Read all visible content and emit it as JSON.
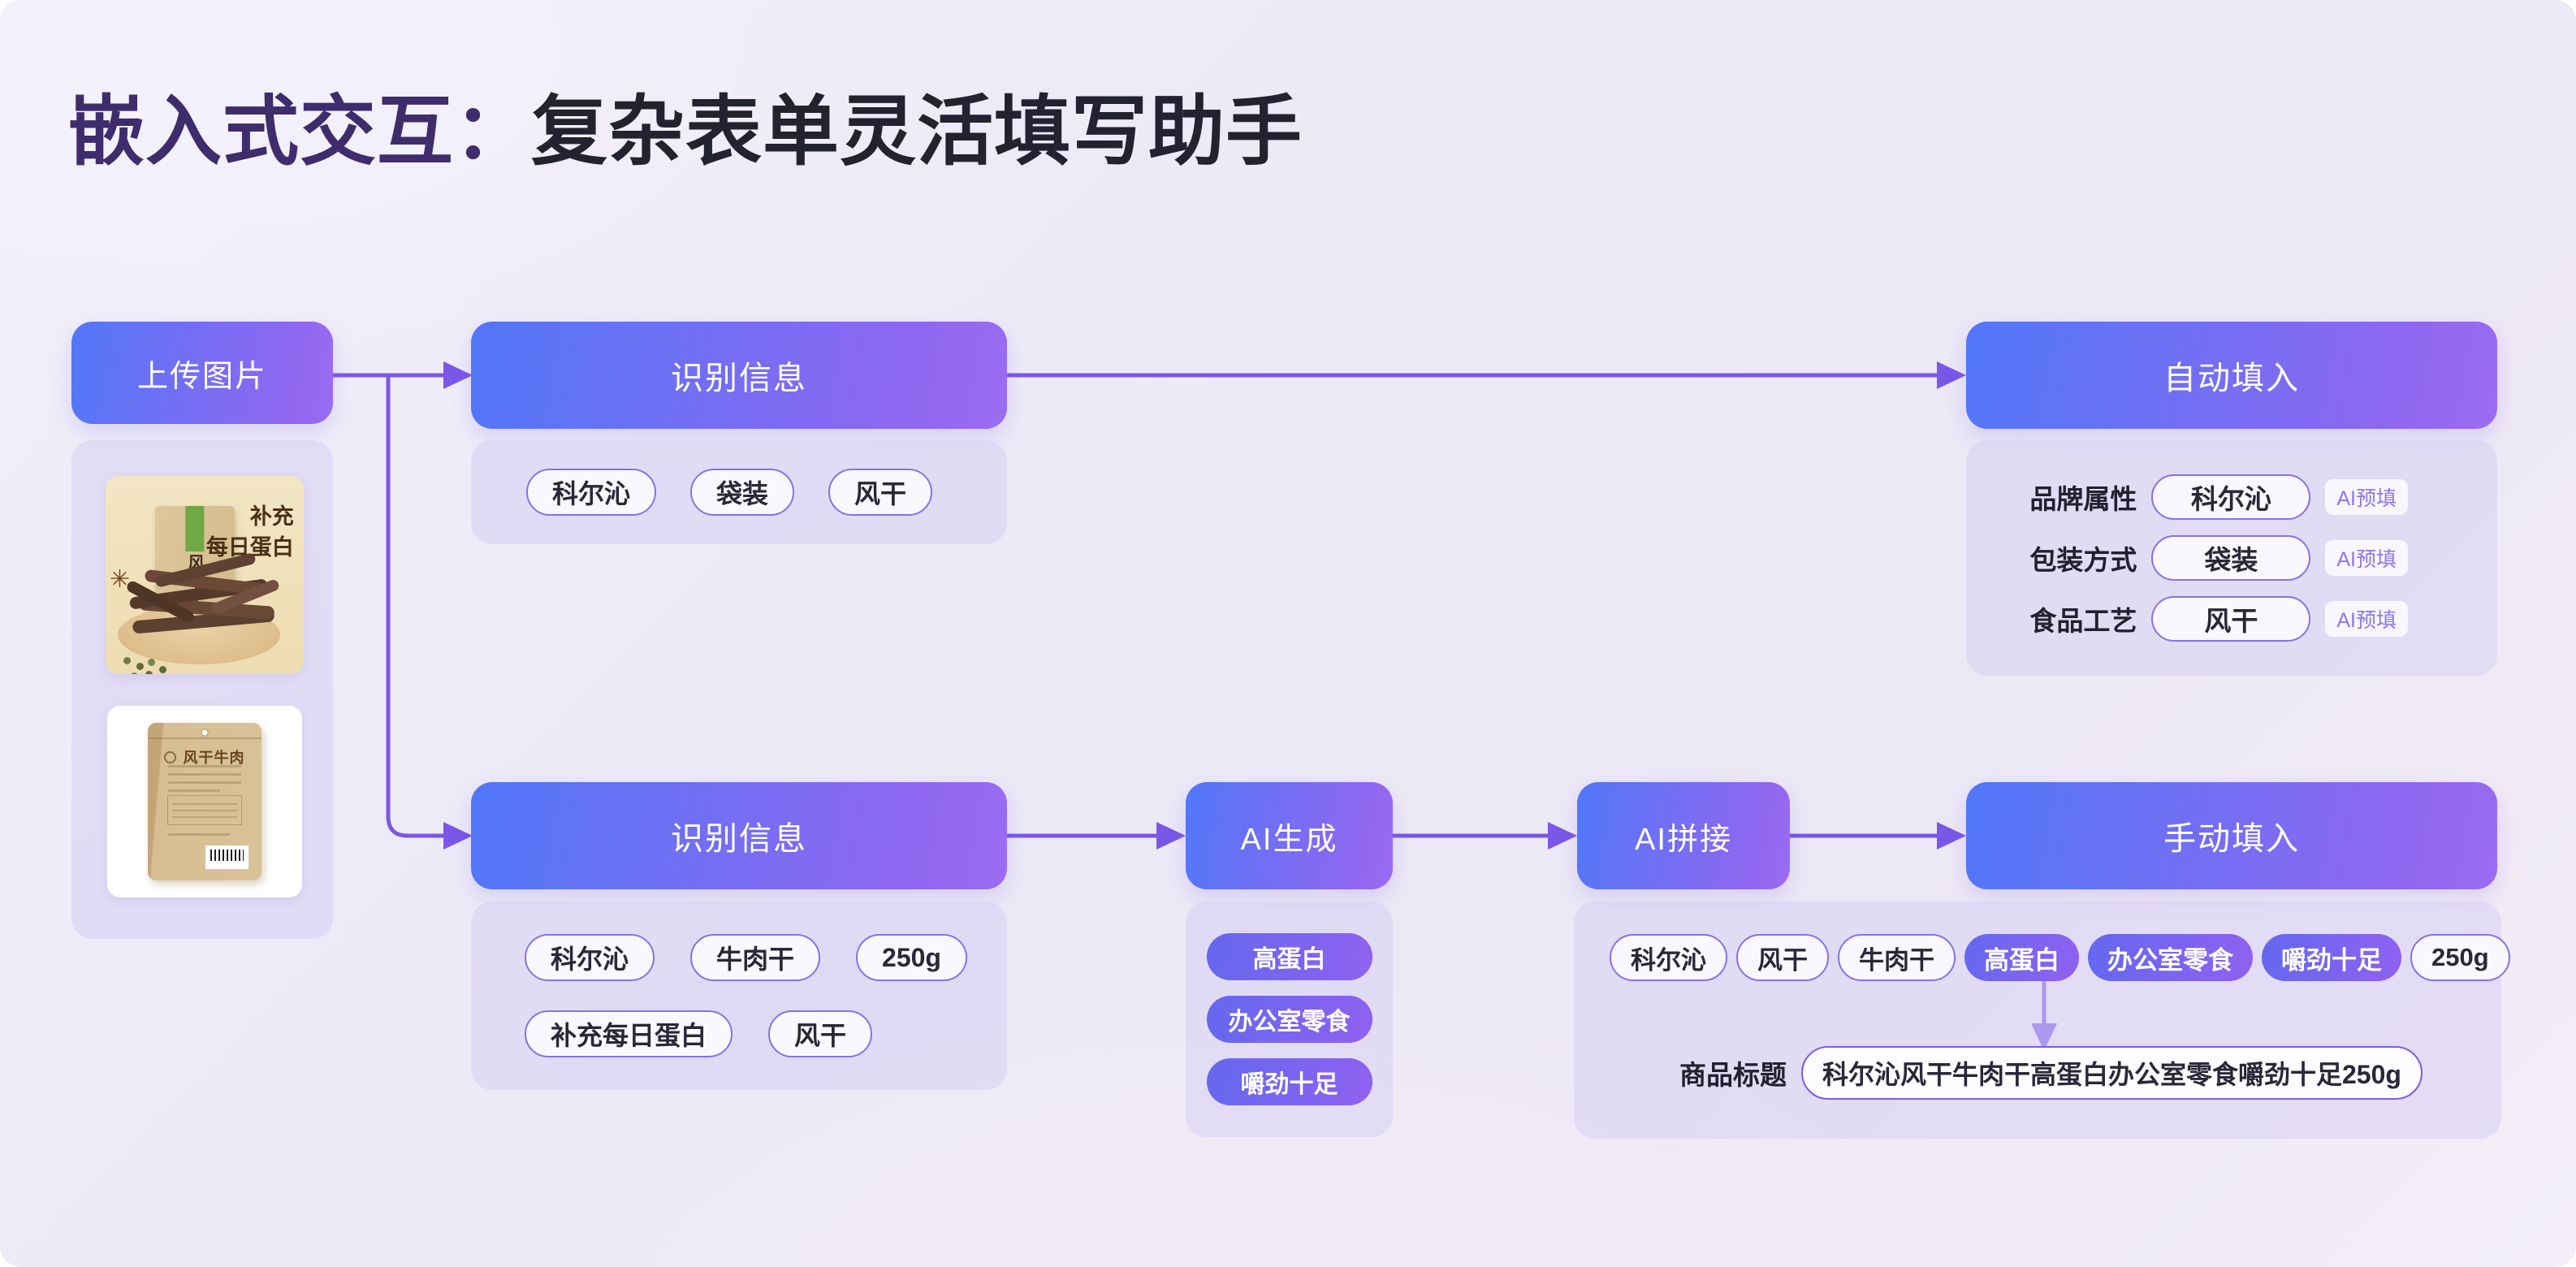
{
  "title": {
    "prefix": "嵌入式交互：",
    "main": "复杂表单灵活填写助手"
  },
  "colors": {
    "accent_arrow": "#7B57E8",
    "node_gradient_from": "#5277F8",
    "node_gradient_to": "#9A6CF2",
    "filled_pill_from": "#6468EF",
    "filled_pill_to": "#9061F0"
  },
  "upload": {
    "label": "上传图片"
  },
  "photo1": {
    "bag_title": "风干牛肉",
    "promo_line1": "补充",
    "promo_line2": "每日蛋白"
  },
  "photo2": {
    "bag_title": "风干牛肉"
  },
  "recognize1": {
    "label": "识别信息",
    "tags": [
      "科尔沁",
      "袋装",
      "风干"
    ]
  },
  "autofill": {
    "label": "自动填入",
    "rows": [
      {
        "field": "品牌属性",
        "value": "科尔沁",
        "badge": "AI预填"
      },
      {
        "field": "包装方式",
        "value": "袋装",
        "badge": "AI预填"
      },
      {
        "field": "食品工艺",
        "value": "风干",
        "badge": "AI预填"
      }
    ]
  },
  "recognize2": {
    "label": "识别信息",
    "tags_row1": [
      "科尔沁",
      "牛肉干",
      "250g"
    ],
    "tags_row2": [
      "补充每日蛋白",
      "风干"
    ]
  },
  "ai_generate": {
    "label": "AI生成",
    "pills": [
      "高蛋白",
      "办公室零食",
      "嚼劲十足"
    ]
  },
  "ai_splice": {
    "label": "AI拼接"
  },
  "manual": {
    "label": "手动填入",
    "tags": [
      "科尔沁",
      "风干",
      "牛肉干",
      "高蛋白",
      "办公室零食",
      "嚼劲十足",
      "250g"
    ],
    "result_field": "商品标题",
    "result_value": "科尔沁风干牛肉干高蛋白办公室零食嚼劲十足250g"
  }
}
